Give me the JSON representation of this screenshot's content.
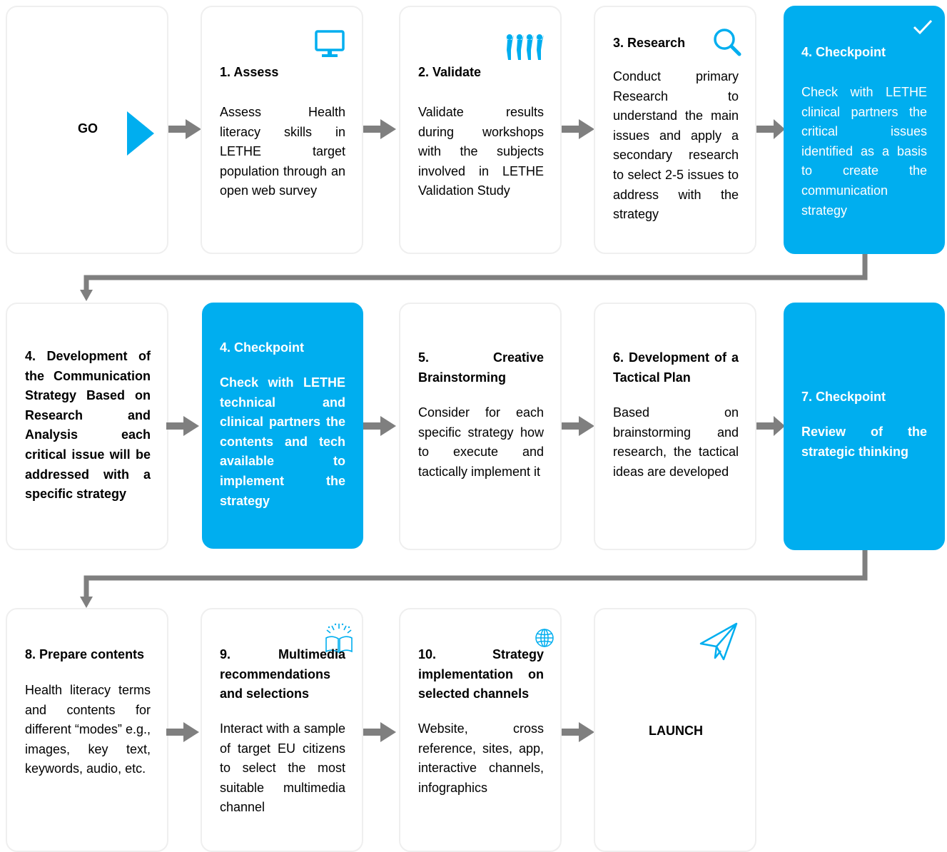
{
  "go_label": "GO",
  "launch_label": "LAUNCH",
  "row1": {
    "assess": {
      "title": "1. Assess",
      "body": "Assess Health literacy skills in LETHE target population through an open web survey"
    },
    "validate": {
      "title": "2. Validate",
      "body": "Validate results during workshops with the subjects involved in LETHE Validation Study"
    },
    "research": {
      "title": "3. Research",
      "body": "Conduct primary Research to understand the main issues and apply a secondary research to select 2-5 issues to address with the strategy"
    },
    "checkpoint": {
      "title": "4. Checkpoint",
      "body": "Check with LETHE clinical partners the critical issues identified as a basis to create the communication strategy"
    }
  },
  "row2": {
    "development": {
      "title": "4. Development of the Communication Strategy Based on Research and Analysis each critical issue will be addressed with a specific strategy"
    },
    "checkpoint": {
      "title": "4. Checkpoint",
      "body": "Check with LETHE technical and clinical partners the contents and tech available to implement the strategy"
    },
    "brainstorming": {
      "title": "5. Creative Brainstorming",
      "body": "Consider for each specific strategy how to execute and tactically implement it"
    },
    "tactical": {
      "title": "6. Development of a Tactical Plan",
      "body": "Based on brainstorming and research, the tactical ideas are developed"
    },
    "checkpoint7": {
      "title": "7. Checkpoint",
      "body": "Review of the strategic thinking"
    }
  },
  "row3": {
    "prepare": {
      "title": "8. Prepare contents",
      "body": "Health literacy terms and contents for different “modes” e.g., images, key text, keywords, audio, etc."
    },
    "multimedia": {
      "title": "9. Multimedia recommendations and selections",
      "body": "Interact with a sample of target EU citizens to select the most suitable multimedia channel"
    },
    "implementation": {
      "title": "10. Strategy implementation on selected channels",
      "body": "Website, cross reference, sites, app, interactive channels, infographics"
    }
  },
  "icons": {
    "assess": "monitor-icon",
    "validate": "people-group-icon",
    "research": "magnifier-icon",
    "checkpoint": "checkmark-icon",
    "go": "play-triangle-icon",
    "multimedia": "open-book-icon",
    "implementation": "globe-icon",
    "launch": "paper-plane-icon"
  },
  "colors": {
    "accent": "#00aeef",
    "arrow": "#7f7f7f",
    "card_border": "#efefef"
  }
}
